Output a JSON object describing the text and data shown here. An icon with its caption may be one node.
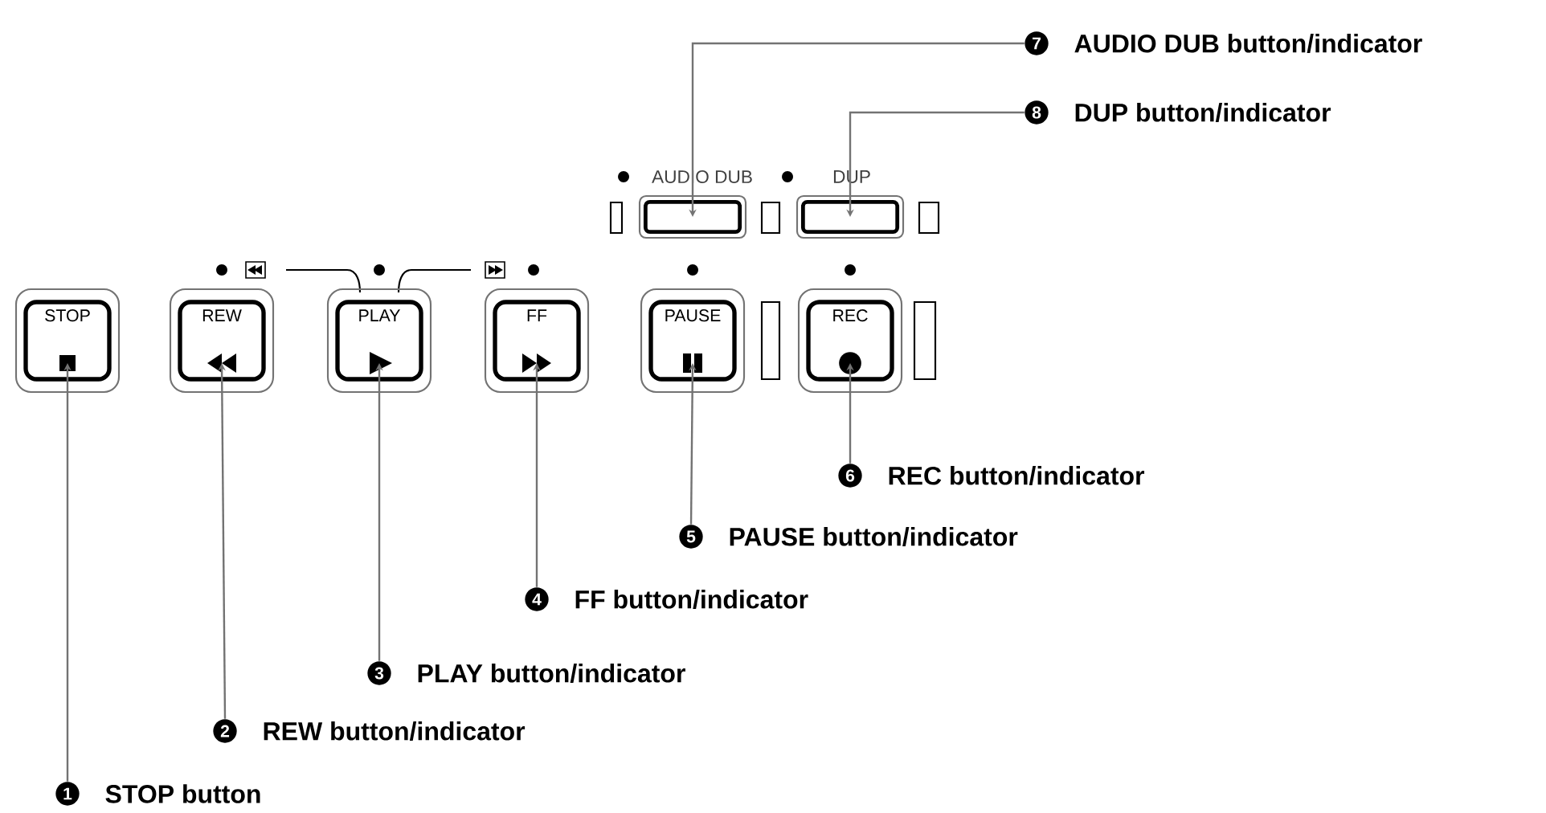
{
  "diagram": {
    "nodes": [
      {
        "text": [
          "STOP"
        ]
      },
      {
        "text": [
          "REW"
        ]
      },
      {
        "text": [
          "PLAY"
        ]
      },
      {
        "text": [
          "FF"
        ]
      },
      {
        "text": [
          "PAUSE"
        ]
      },
      {
        "text": [
          "REC"
        ]
      },
      {
        "text": [],
        "shape": "box"
      },
      {
        "text": [],
        "shape": "box"
      },
      {
        "text": [
          "1",
          "STOP button"
        ]
      },
      {
        "text": [
          "2",
          "REW button/indicator"
        ]
      },
      {
        "text": [
          "3",
          "PLAY button/indicator"
        ]
      },
      {
        "text": [
          "4",
          "FF button/indicator"
        ]
      },
      {
        "text": [
          "5",
          "PAUSE button/indicator"
        ]
      },
      {
        "text": [
          "6",
          "REC button/indicator"
        ]
      },
      {
        "text": [
          "7",
          "AUDIO DUB button/indicator"
        ]
      },
      {
        "text": [
          "8",
          "DUP button/indicator"
        ]
      }
    ],
    "edges": [
      {
        "from": 8,
        "to": 0,
        "arrow": "to"
      },
      {
        "from": 9,
        "to": 1,
        "arrow": "to"
      },
      {
        "from": 10,
        "to": 2,
        "arrow": "to"
      },
      {
        "from": 11,
        "to": 3,
        "arrow": "to"
      },
      {
        "from": 12,
        "to": 4,
        "arrow": "to"
      },
      {
        "from": 13,
        "to": 5,
        "arrow": "to"
      },
      {
        "from": 14,
        "to": 6,
        "arrow": "to"
      },
      {
        "from": 15,
        "to": 7,
        "arrow": "to"
      }
    ],
    "labels": [
      "AUDIO DUB",
      "DUP"
    ]
  }
}
